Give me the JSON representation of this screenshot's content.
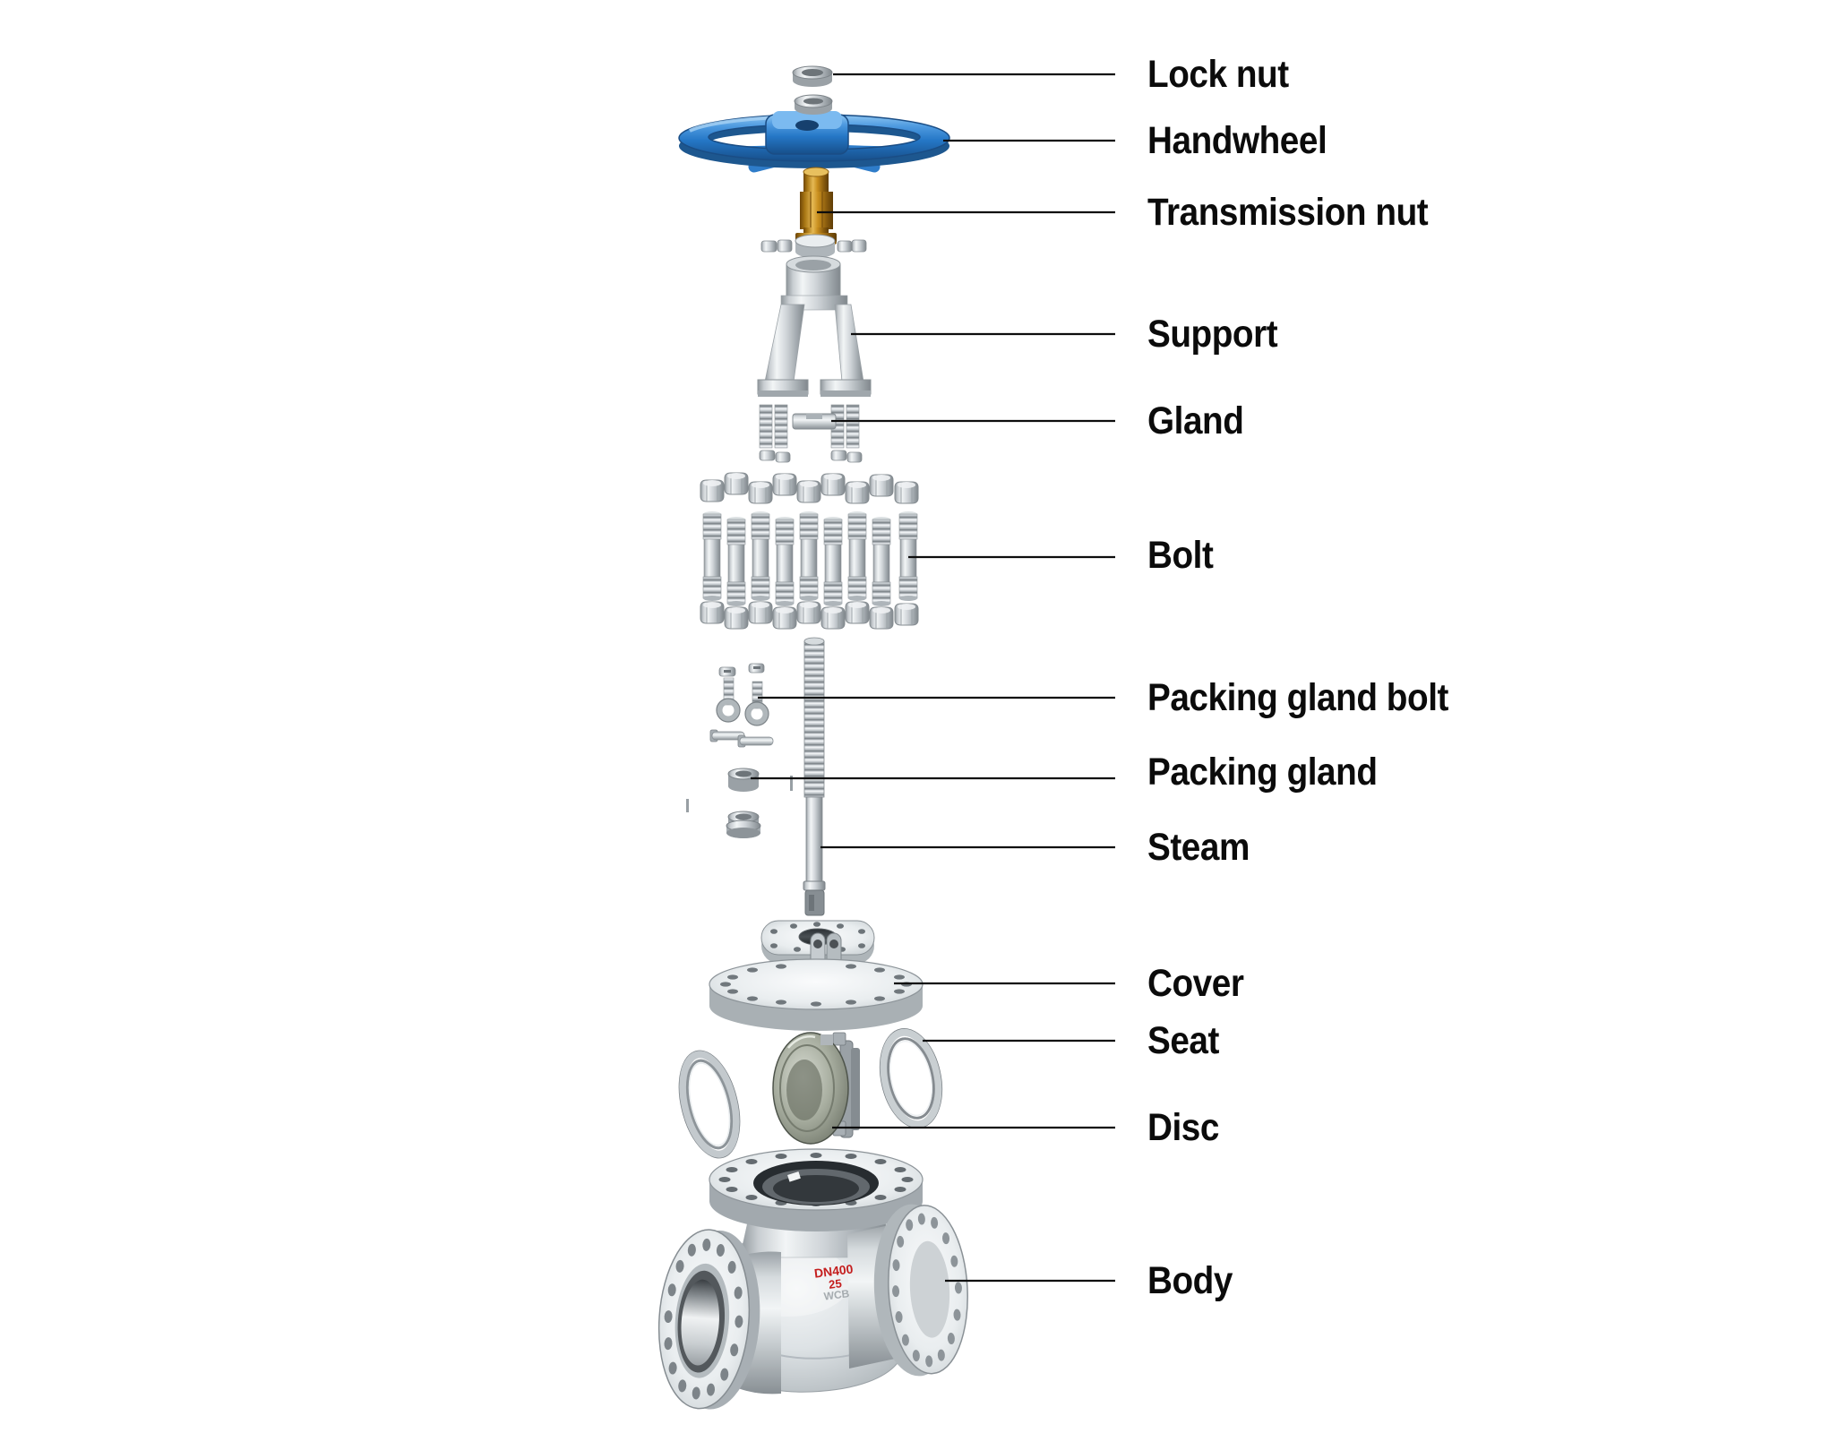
{
  "figure": {
    "type": "exploded-parts-diagram",
    "subject": "gate valve"
  },
  "labels": {
    "lock_nut": "Lock nut",
    "handwheel": "Handwheel",
    "transmission_nut": "Transmission nut",
    "support": "Support",
    "gland": "Gland",
    "bolt": "Bolt",
    "packing_gland_bolt": "Packing gland bolt",
    "packing_gland": "Packing gland",
    "steam": "Steam",
    "cover": "Cover",
    "seat": "Seat",
    "disc": "Disc",
    "body": "Body"
  },
  "body_markings": {
    "size": "DN400",
    "class": "25",
    "material": "WCB"
  },
  "colors": {
    "handwheel_blue": "#2577c6",
    "transmission_nut_brass": "#c98f1f",
    "metal_grey": "#c9ced2",
    "marking_red": "#c41e1e",
    "leader_line": "#0d0d0d",
    "label_text": "#0b0b0b",
    "background": "#ffffff"
  }
}
